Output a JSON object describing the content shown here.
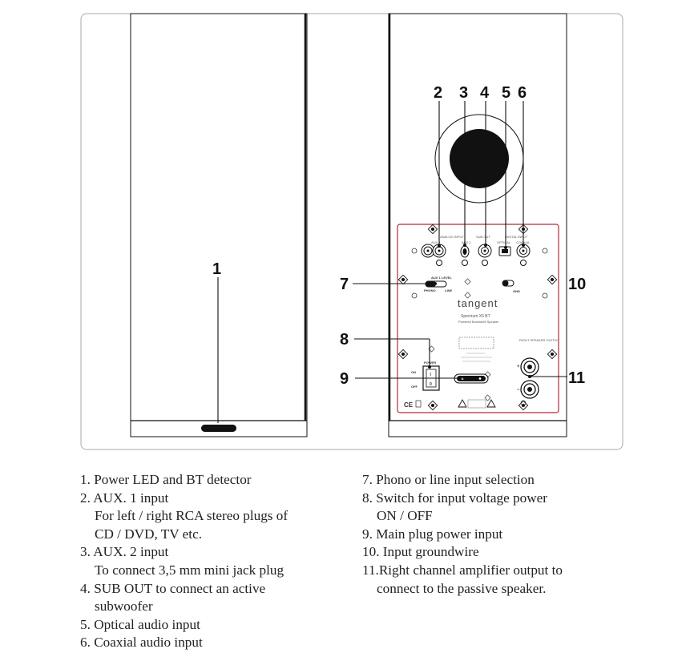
{
  "callouts": [
    "1",
    "2",
    "3",
    "4",
    "5",
    "6",
    "7",
    "8",
    "9",
    "10",
    "11"
  ],
  "panel_labels": {
    "analog_input": "ANALOG INPUT",
    "aux1": "AUX 1",
    "aux2": "AUX 2",
    "sub_out": "SUB OUT",
    "digital_input": "DIGITAL INPUT",
    "optical": "OPTICAL",
    "coaxial": "COAXIAL",
    "aux1_level": "AUX 1 LEVEL",
    "phono": "PHONO",
    "line": "LINE",
    "gnd": "GND",
    "brand": "tangent",
    "model": "Spectrum X6 BT",
    "model_sub": "Powered Bookshelf Speaker",
    "power": "POWER",
    "on": "ON",
    "off": "OFF",
    "switch_i": "I",
    "switch_o": "0",
    "right_speaker_output": "RIGHT SPEAKER OUTPUT",
    "plus": "+",
    "minus": "−",
    "ce": "CE"
  },
  "legend": {
    "left": [
      {
        "main": "1. Power LED and BT detector",
        "sub": []
      },
      {
        "main": "2. AUX. 1 input",
        "sub": [
          "For left / right RCA stereo plugs of",
          "CD / DVD, TV etc."
        ]
      },
      {
        "main": "3. AUX. 2 input",
        "sub": [
          "To connect 3,5 mm mini jack plug"
        ]
      },
      {
        "main": "4. SUB OUT to connect an active",
        "sub": [
          "subwoofer"
        ]
      },
      {
        "main": "5. Optical audio input",
        "sub": []
      },
      {
        "main": "6. Coaxial audio input",
        "sub": []
      }
    ],
    "right": [
      {
        "main": "7. Phono or line input selection",
        "sub": []
      },
      {
        "main": "8. Switch for input voltage power",
        "sub": [
          "ON / OFF"
        ]
      },
      {
        "main": "9. Main plug power input",
        "sub": []
      },
      {
        "main": "10. Input groundwire",
        "sub": []
      },
      {
        "main": "11.Right channel amplifier output to",
        "sub": [
          "connect to the passive speaker."
        ]
      }
    ]
  },
  "colors": {
    "panel_border": "#b22a3a",
    "frame": "#aaaaaa",
    "ink": "#111111"
  }
}
